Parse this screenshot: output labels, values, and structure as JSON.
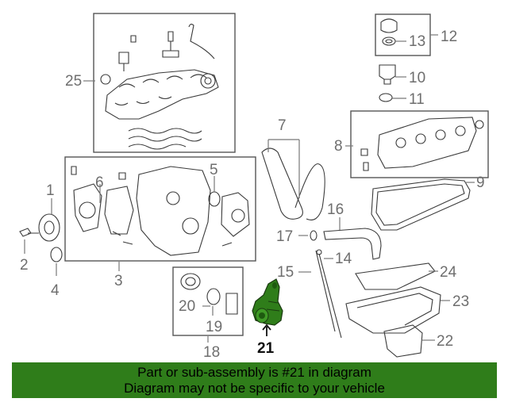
{
  "diagram": {
    "callouts": {
      "c1": "1",
      "c2": "2",
      "c3": "3",
      "c4": "4",
      "c5": "5",
      "c6": "6",
      "c7": "7",
      "c8": "8",
      "c9": "9",
      "c10": "10",
      "c11": "11",
      "c12": "12",
      "c13": "13",
      "c14": "14",
      "c15": "15",
      "c16": "16",
      "c17": "17",
      "c18": "18",
      "c19": "19",
      "c20": "20",
      "c21": "21",
      "c22": "22",
      "c23": "23",
      "c24": "24",
      "c25": "25"
    },
    "highlight_color": "#2f7d1a"
  },
  "banner": {
    "line1": "Part or sub-assembly is #21 in diagram",
    "line2": "Diagram may not be specific to your vehicle",
    "bg_color": "#2f7d1a"
  }
}
